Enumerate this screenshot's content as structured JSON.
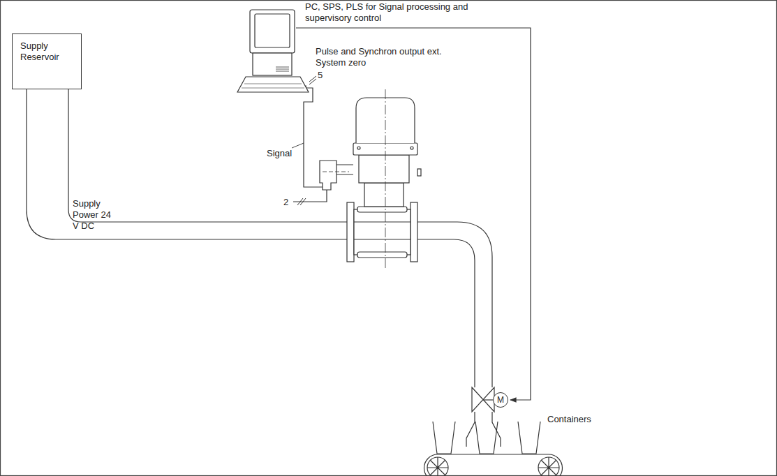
{
  "diagram": {
    "nodes": [
      {
        "text": [
          "Supply Reservoir"
        ]
      },
      {
        "text": [
          "M"
        ]
      }
    ],
    "labels": [
      "PC, SPS, PLS for Signal processing and supervisory control",
      "Pulse and Synchron output ext. System zero",
      "5",
      "Signal",
      "Supply Power 24 V DC",
      "2",
      "Containers"
    ]
  }
}
